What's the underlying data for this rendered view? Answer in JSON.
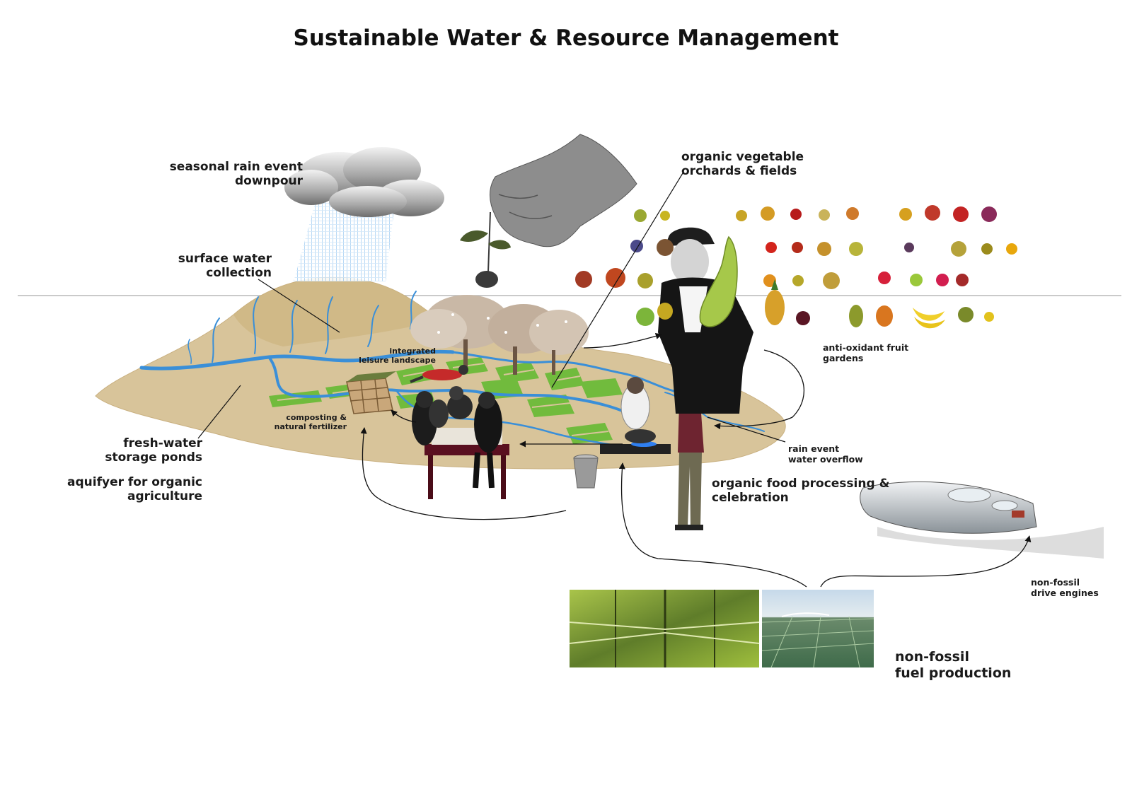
{
  "title": "Sustainable Water & Resource Management",
  "labels": {
    "rain": [
      "seasonal rain event",
      "downpour"
    ],
    "surface": [
      "surface water",
      "collection"
    ],
    "ponds": [
      "fresh-water",
      "storage ponds"
    ],
    "aquifer": [
      "aquifyer for organic",
      "agriculture"
    ],
    "leisure": [
      "integrated",
      "leisure landscape"
    ],
    "compost": [
      "composting &",
      "natural fertilizer"
    ],
    "orchards": [
      "organic vegetable",
      "orchards & fields"
    ],
    "antiox": [
      "anti-oxidant fruit",
      "gardens"
    ],
    "overflow": [
      "rain event",
      "water overflow"
    ],
    "processing": [
      "organic food processing &",
      "celebration"
    ],
    "drive": [
      "non-fossil",
      "drive engines"
    ],
    "fuel": [
      "non-fossil",
      "fuel production"
    ]
  },
  "colors": {
    "sand": "#d8c49a",
    "water": "#3a8fd8",
    "field": "#66bb33",
    "cloud": "#9a9a9a",
    "rain": "#8ec3ef",
    "tree": "#c9b8a6"
  }
}
